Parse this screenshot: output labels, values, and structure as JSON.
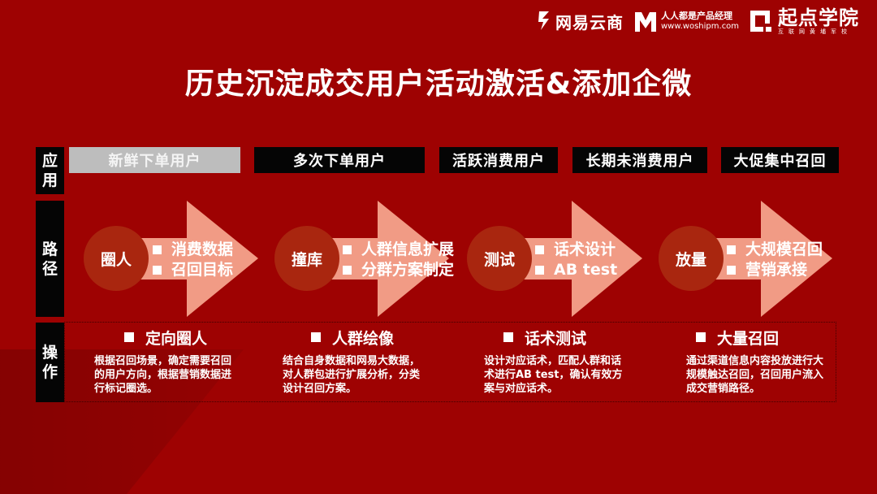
{
  "logos": {
    "netease": {
      "icon": "netease-swirl-icon",
      "text": "网易云商"
    },
    "woshipm": {
      "icon": "woshipm-m-icon",
      "title": "人人都是产品经理",
      "url": "www.woshipm.com"
    },
    "qidian": {
      "icon": "qidian-square-icon",
      "title": "起点学院",
      "subtitle": "互联网黄埔军校"
    }
  },
  "title": "历史沉淀成交用户活动激活&添加企微",
  "row_labels": {
    "application": "应用",
    "path": "路径",
    "operation": "操作"
  },
  "stages": [
    {
      "label": "新鲜下单用户",
      "active": true
    },
    {
      "label": "多次下单用户",
      "active": false
    },
    {
      "label": "活跃消费用户",
      "active": false
    },
    {
      "label": "长期未消费用户",
      "active": false
    },
    {
      "label": "大促集中召回",
      "active": false
    }
  ],
  "steps": [
    {
      "circle": "圈人",
      "bullets": [
        "消费数据",
        "召回目标"
      ]
    },
    {
      "circle": "撞库",
      "bullets": [
        "人群信息扩展",
        "分群方案制定"
      ]
    },
    {
      "circle": "测试",
      "bullets": [
        "话术设计",
        "AB test"
      ]
    },
    {
      "circle": "放量",
      "bullets": [
        "大规模召回",
        "营销承接"
      ]
    }
  ],
  "operations": [
    {
      "title": "定向圈人",
      "desc": "根据召回场景，确定需要召回的用户方向，根据营销数据进行标记圈选。"
    },
    {
      "title": "人群绘像",
      "desc": "结合自身数据和网易大数据，对人群包进行扩展分析，分类设计召回方案。"
    },
    {
      "title": "话术测试",
      "desc": "设计对应话术，匹配人群和话术进行AB test，确认有效方案与对应话术。"
    },
    {
      "title": "大量召回",
      "desc": "通过渠道信息内容投放进行大规模触达召回，召回用户流入成交营销路径。"
    }
  ],
  "colors": {
    "background": "#9e0202",
    "arrow": "#f19b85",
    "circle": "#a9260f",
    "label_bg": "#050505",
    "active_tab": "#bdbdbd"
  }
}
